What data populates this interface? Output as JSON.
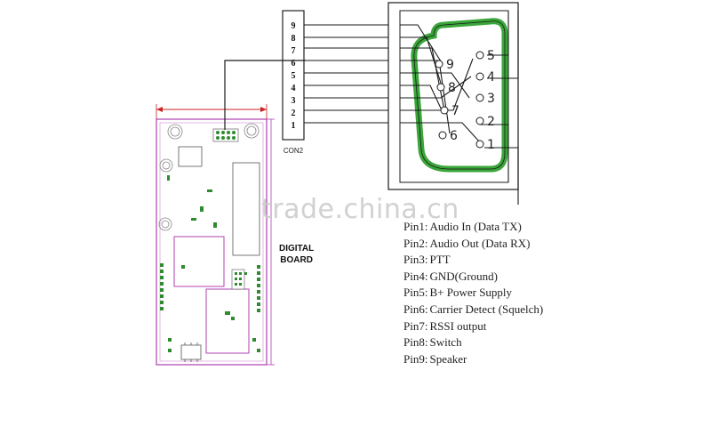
{
  "connector": {
    "label": "CON2",
    "pins": [
      "9",
      "8",
      "7",
      "6",
      "5",
      "4",
      "3",
      "2",
      "1"
    ]
  },
  "db9": {
    "top_row": [
      "5",
      "4",
      "3",
      "2",
      "1"
    ],
    "bottom_row": [
      "9",
      "8",
      "7",
      "6"
    ]
  },
  "board": {
    "label_line1": "DIGITAL",
    "label_line2": "BOARD"
  },
  "watermark": "trade.china.cn",
  "pin_descriptions": [
    {
      "pin": "Pin1:",
      "desc": "Audio In (Data TX)"
    },
    {
      "pin": "Pin2:",
      "desc": "Audio Out (Data RX)"
    },
    {
      "pin": "Pin3:",
      "desc": "PTT"
    },
    {
      "pin": "Pin4:",
      "desc": "GND(Ground)"
    },
    {
      "pin": "Pin5:",
      "desc": "B+  Power Supply"
    },
    {
      "pin": "Pin6:",
      "desc": "Carrier Detect (Squelch)"
    },
    {
      "pin": "Pin7:",
      "desc": "RSSI output"
    },
    {
      "pin": "Pin8:",
      "desc": "Switch"
    },
    {
      "pin": "Pin9:",
      "desc": "Speaker"
    }
  ],
  "colors": {
    "wire": "#1a1a1a",
    "connector_ring": "#3aa63a",
    "pcb_outline": "#b040b0",
    "dimension": "#cc2222",
    "header_pins": "#2e8b2e"
  }
}
